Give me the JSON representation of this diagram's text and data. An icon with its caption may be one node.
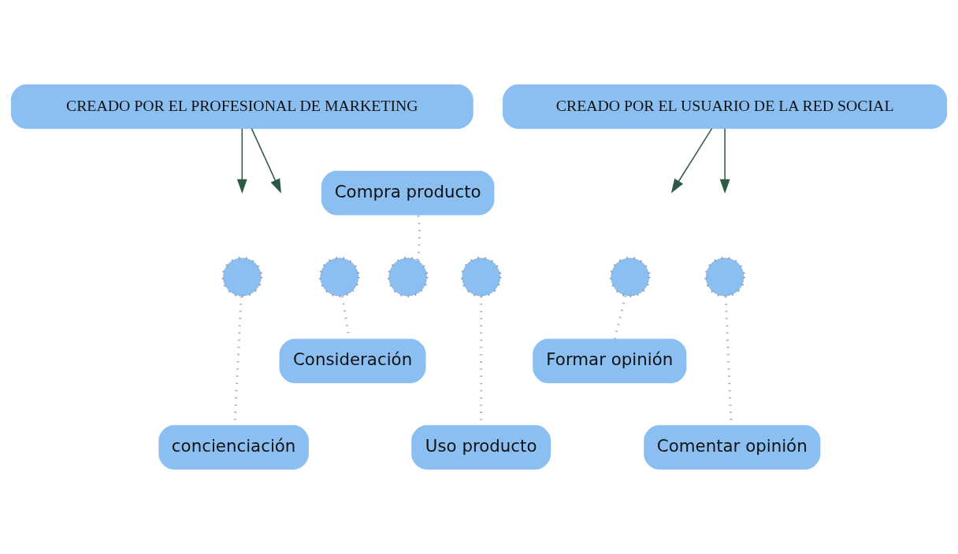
{
  "diagram": {
    "nodes": [
      {
        "text": [
          "CREADO POR EL PROFESIONAL DE MARKETING"
        ]
      },
      {
        "text": [
          "CREADO POR EL USUARIO DE LA RED SOCIAL"
        ]
      },
      {
        "text": [
          "Compra producto"
        ]
      },
      {
        "text": [],
        "shape": "circle"
      },
      {
        "text": [],
        "shape": "circle"
      },
      {
        "text": [],
        "shape": "circle"
      },
      {
        "text": [],
        "shape": "circle"
      },
      {
        "text": [],
        "shape": "circle"
      },
      {
        "text": [],
        "shape": "circle"
      },
      {
        "text": [
          "Consideración"
        ]
      },
      {
        "text": [
          "concienciación"
        ]
      },
      {
        "text": [
          "Uso producto"
        ]
      },
      {
        "text": [
          "Formar opinión"
        ]
      },
      {
        "text": [
          "Comentar opinión"
        ]
      }
    ],
    "edges": [
      {
        "from": 0,
        "to": null,
        "arrow": "to",
        "color": "#2d5a45"
      },
      {
        "from": 0,
        "to": null,
        "arrow": "to",
        "color": "#2d5a45"
      },
      {
        "from": 1,
        "to": null,
        "arrow": "to",
        "color": "#2d5a45"
      },
      {
        "from": 1,
        "to": null,
        "arrow": "to",
        "color": "#2d5a45"
      },
      {
        "from": 3,
        "to": 10,
        "arrow": "none",
        "style": "dashed"
      },
      {
        "from": 4,
        "to": 9,
        "arrow": "none",
        "style": "dashed"
      },
      {
        "from": 5,
        "to": 2,
        "arrow": "none",
        "style": "dashed"
      },
      {
        "from": 6,
        "to": 11,
        "arrow": "none",
        "style": "dashed"
      },
      {
        "from": 7,
        "to": 12,
        "arrow": "none",
        "style": "dashed"
      },
      {
        "from": 8,
        "to": 13,
        "arrow": "none",
        "style": "dashed"
      }
    ]
  }
}
